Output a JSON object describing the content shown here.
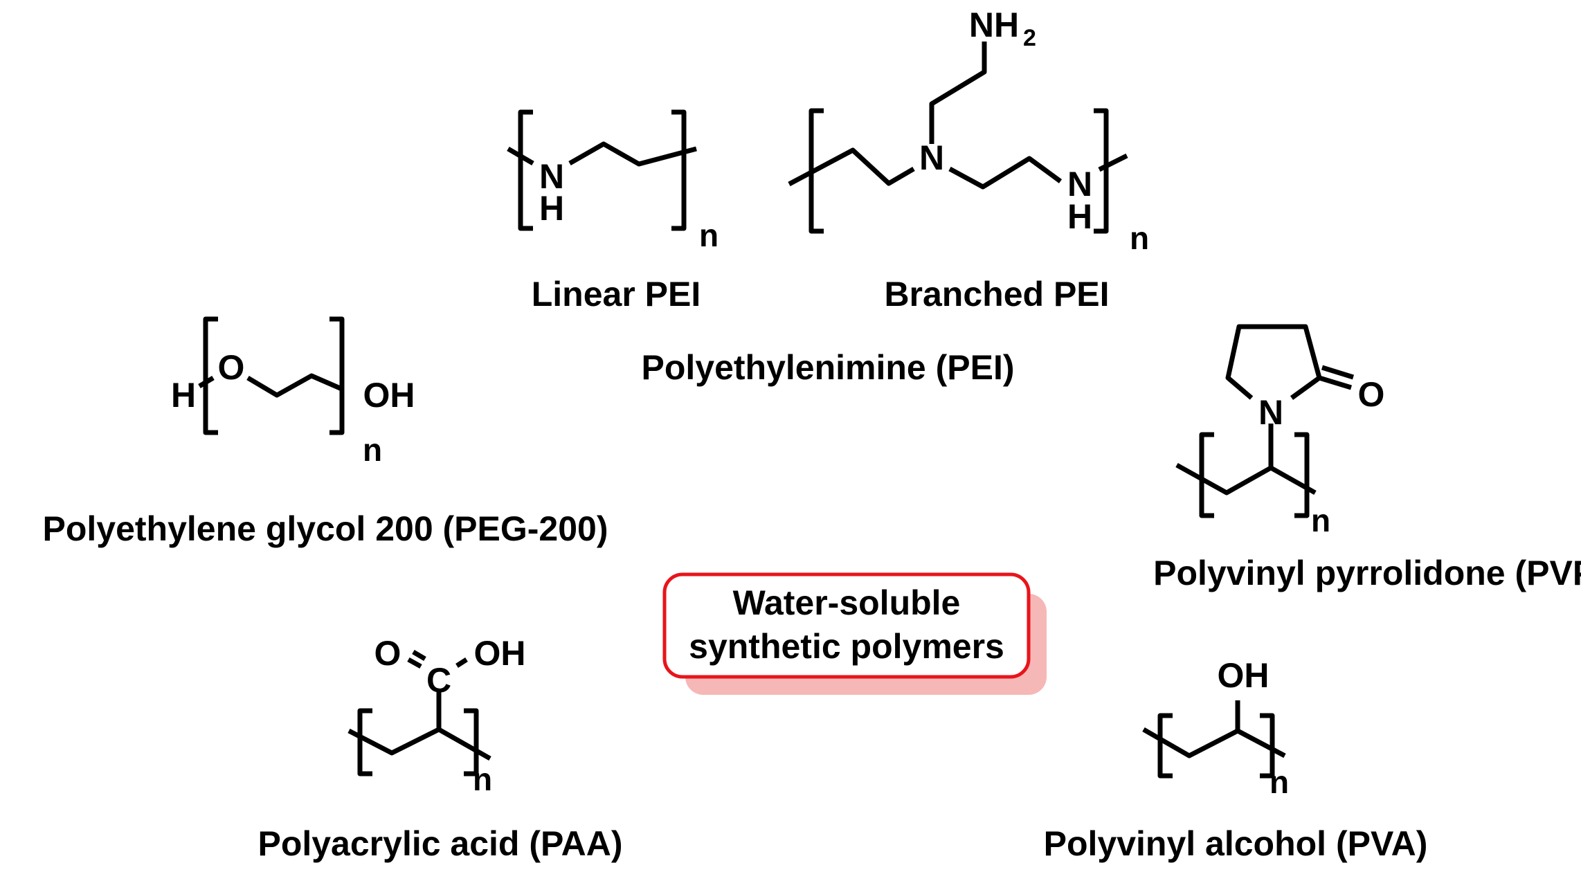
{
  "center": {
    "line1": "Water-soluble",
    "line2": "synthetic polymers",
    "border_color": "#e8141b",
    "shadow_color": "#f6b7b7"
  },
  "group_label": "Polyethylenimine (PEI)",
  "polymers": {
    "linear_pei": {
      "caption": "Linear PEI",
      "atoms": {
        "n": "N",
        "h": "H"
      },
      "repeat": "n"
    },
    "branched_pei": {
      "caption": "Branched PEI",
      "atoms": {
        "nh2_main": "NH",
        "nh2_sub": "2",
        "n_center": "N",
        "nh_n": "N",
        "nh_h": "H"
      },
      "repeat": "n"
    },
    "peg": {
      "caption": "Polyethylene glycol 200 (PEG-200)",
      "atoms": {
        "h": "H",
        "o": "O",
        "oh": "OH"
      },
      "repeat": "n"
    },
    "pvp": {
      "caption": "Polyvinyl pyrrolidone (PVP)",
      "atoms": {
        "n": "N",
        "o": "O"
      },
      "repeat": "n"
    },
    "paa": {
      "caption": "Polyacrylic acid (PAA)",
      "atoms": {
        "o": "O",
        "oh": "OH",
        "c": "C"
      },
      "repeat": "n"
    },
    "pva": {
      "caption": "Polyvinyl alcohol (PVA)",
      "atoms": {
        "oh": "OH"
      },
      "repeat": "n"
    }
  }
}
